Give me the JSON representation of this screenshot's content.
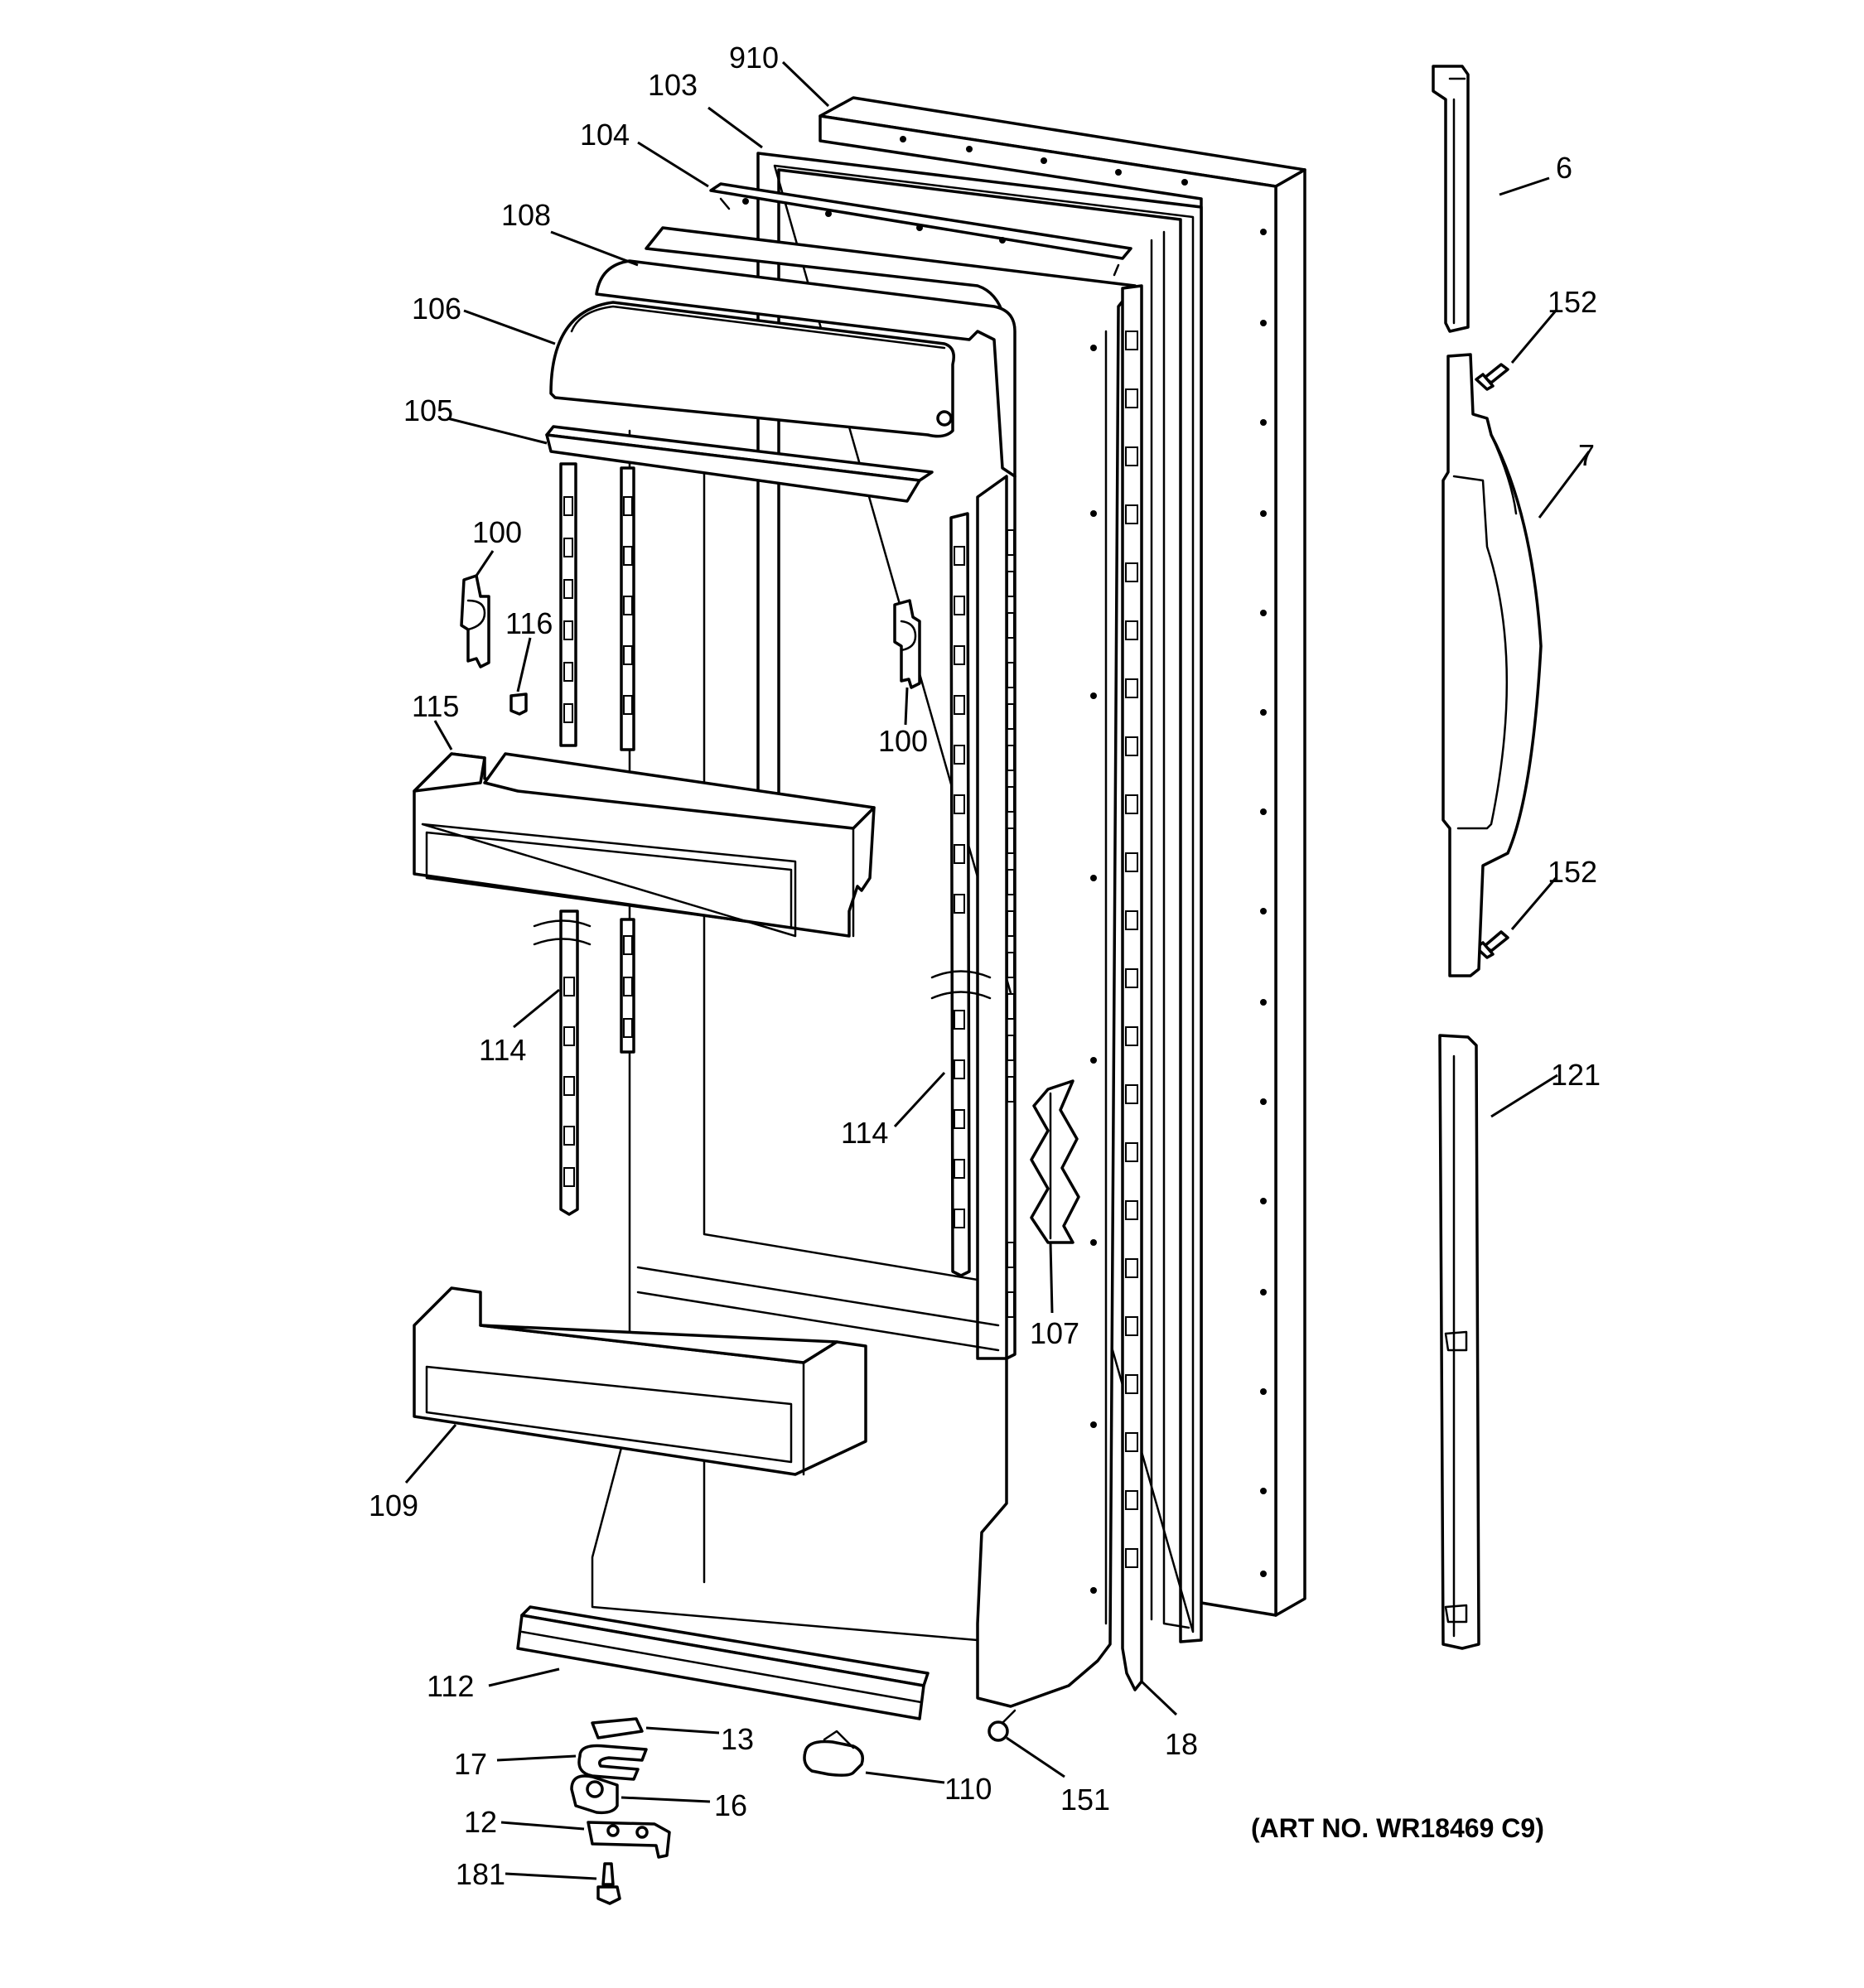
{
  "callouts": {
    "c910": "910",
    "c103": "103",
    "c104": "104",
    "c108": "108",
    "c106": "106",
    "c105": "105",
    "c100a": "100",
    "c116": "116",
    "c100b": "100",
    "c115": "115",
    "c114a": "114",
    "c114b": "114",
    "c107": "107",
    "c109": "109",
    "c112": "112",
    "c13": "13",
    "c17": "17",
    "c16": "16",
    "c12": "12",
    "c181": "181",
    "c110": "110",
    "c151": "151",
    "c18": "18",
    "c6": "6",
    "c152a": "152",
    "c7": "7",
    "c152b": "152",
    "c121": "121"
  },
  "art_note": "(ART NO. WR18469 C9)"
}
